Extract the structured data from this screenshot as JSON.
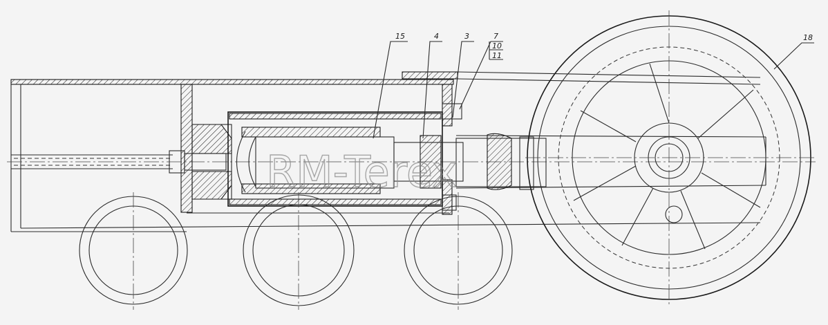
{
  "callouts": [
    {
      "label": "15"
    },
    {
      "label": "4"
    },
    {
      "label": "3"
    },
    {
      "label": "7"
    },
    {
      "label": "10"
    },
    {
      "label": "11"
    },
    {
      "label": "18"
    }
  ],
  "watermark": {
    "text": "RM-Terex"
  }
}
